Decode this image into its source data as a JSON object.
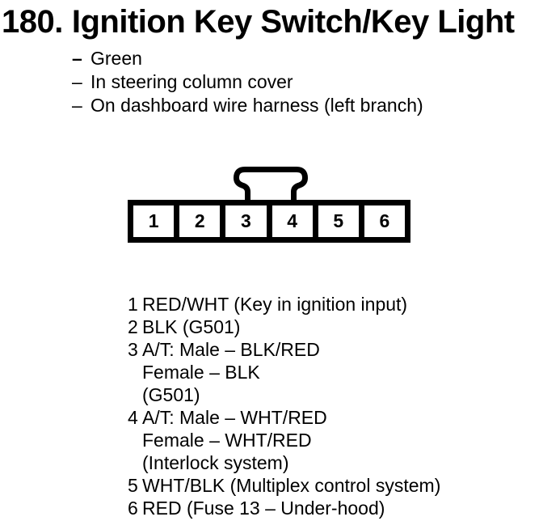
{
  "page": {
    "number": "180.",
    "title": "Ignition Key Switch/Key Light"
  },
  "bullets": [
    {
      "dash": "–",
      "text": "Green"
    },
    {
      "dash": "–",
      "text": "In steering column cover"
    },
    {
      "dash": "–",
      "text": "On dashboard wire harness (left branch)"
    }
  ],
  "connector": {
    "cavities": [
      "1",
      "2",
      "3",
      "4",
      "5",
      "6"
    ]
  },
  "pins": [
    {
      "num": "1",
      "lines": [
        "RED/WHT (Key in ignition input)"
      ]
    },
    {
      "num": "2",
      "lines": [
        "BLK (G501)"
      ]
    },
    {
      "num": "3",
      "lines": [
        "A/T: Male – BLK/RED",
        "Female – BLK",
        "(G501)"
      ]
    },
    {
      "num": "4",
      "lines": [
        "A/T: Male – WHT/RED",
        "Female – WHT/RED",
        "(Interlock system)"
      ]
    },
    {
      "num": "5",
      "lines": [
        "WHT/BLK (Multiplex control system)"
      ]
    },
    {
      "num": "6",
      "lines": [
        "RED (Fuse 13 – Under-hood)"
      ]
    }
  ],
  "colors": {
    "ink": "#000000",
    "paper": "#ffffff"
  }
}
